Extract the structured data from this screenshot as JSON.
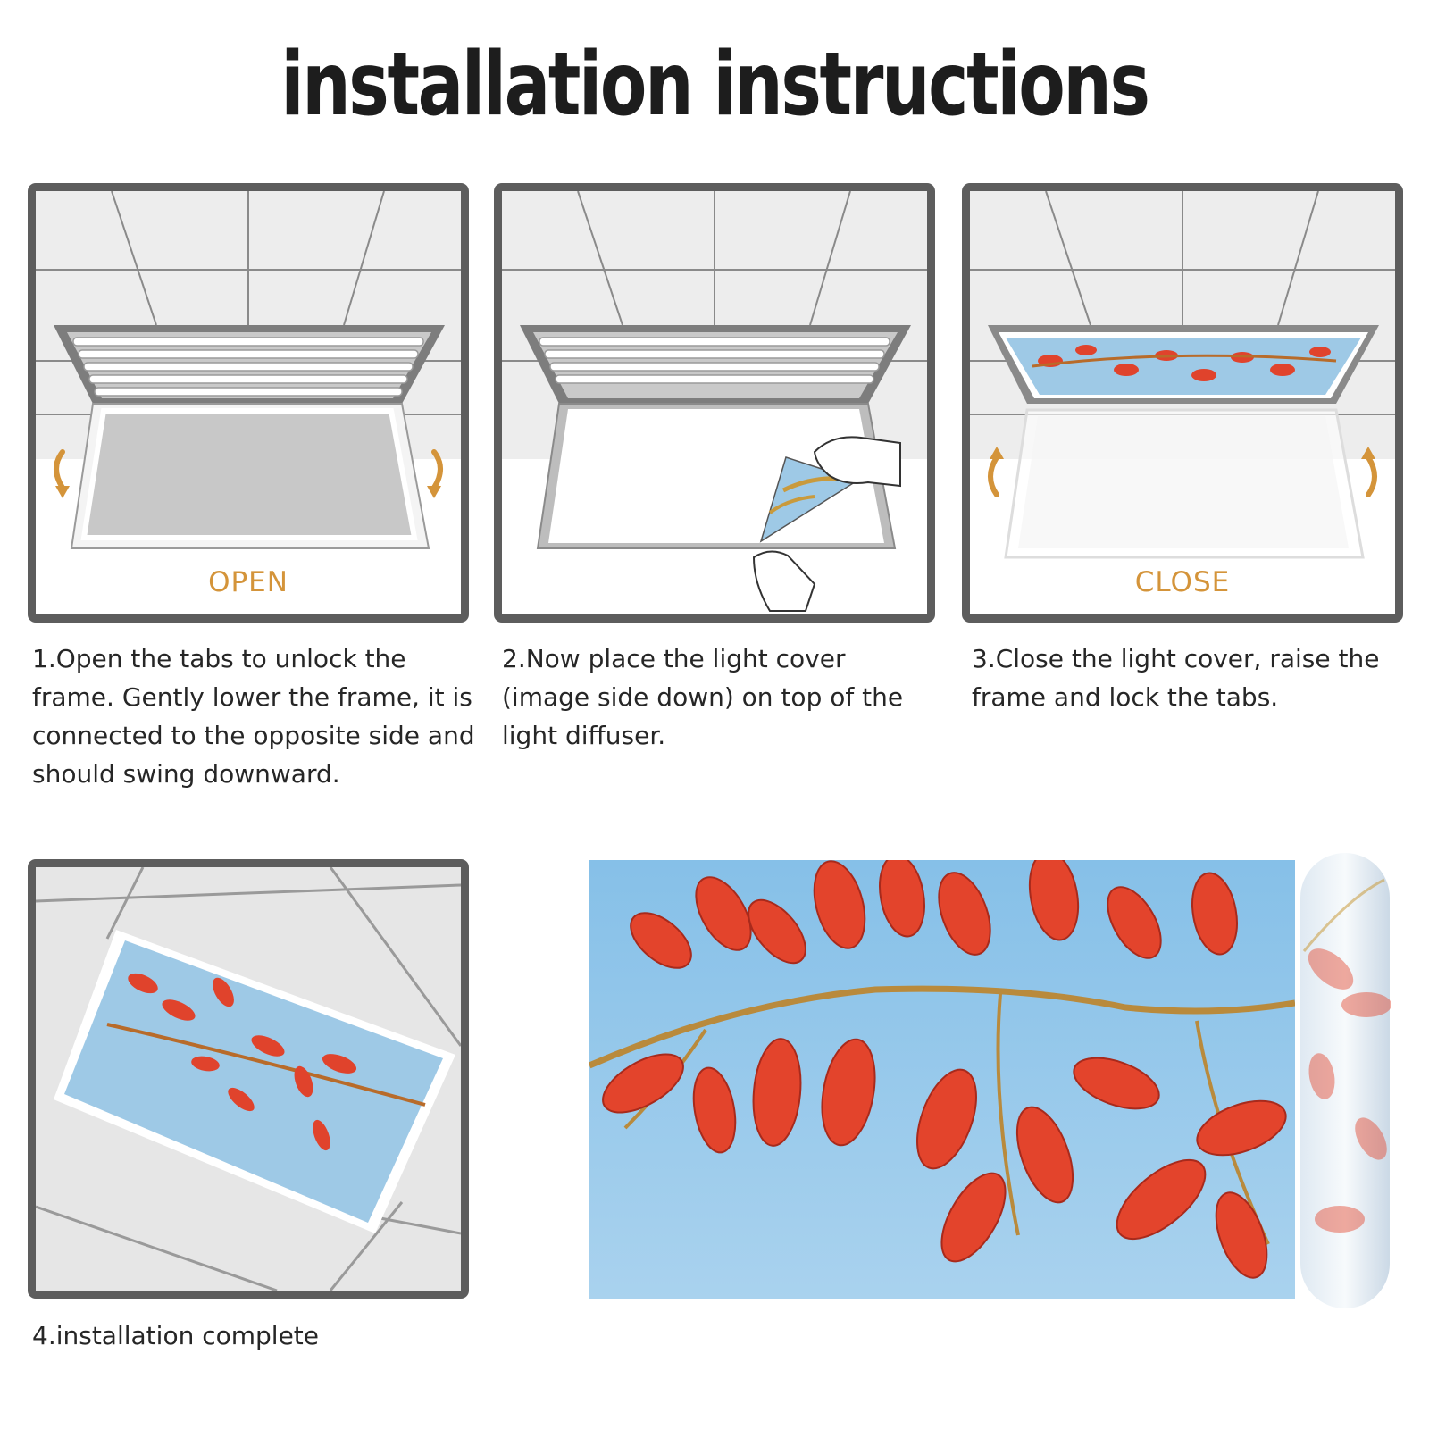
{
  "title": "installation instructions",
  "steps": [
    {
      "caption": "OPEN",
      "text": "1.Open the tabs to unlock the frame. Gently lower the frame, it is connected to the opposite side and should swing downward."
    },
    {
      "caption": "",
      "text": "2.Now place the light cover (image side down) on top of the light diffuser."
    },
    {
      "caption": "CLOSE",
      "text": "3.Close the light cover, raise the frame and lock the tabs."
    },
    {
      "caption": "",
      "text": "4.installation complete"
    }
  ],
  "colors": {
    "frame_border": "#5d5d5d",
    "accent_arrow": "#d4943a",
    "sky": "#9ec9e6",
    "leaf": "#e0432c"
  },
  "icons": [
    "rotate-arrow-icon",
    "hand-icon"
  ]
}
